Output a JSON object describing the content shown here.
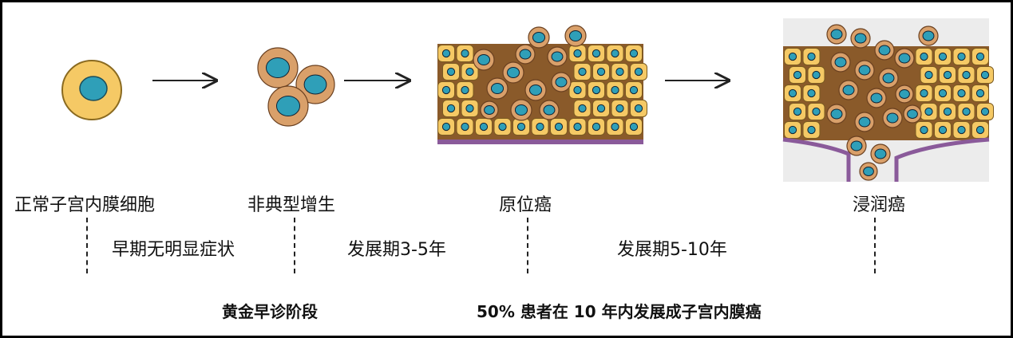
{
  "stages": [
    {
      "label": "正常子宫内膜细胞"
    },
    {
      "label": "非典型增生"
    },
    {
      "label": "原位癌"
    },
    {
      "label": "浸润癌"
    }
  ],
  "intervals": [
    {
      "label": "早期无明显症状"
    },
    {
      "label": "发展期3-5年"
    },
    {
      "label": "发展期5-10年"
    }
  ],
  "footer": {
    "golden_stage": "黄金早诊阶段",
    "statistic": "50% 患者在 10 年内发展成子宫内膜癌"
  },
  "colors": {
    "normal_cell": "#f5c965",
    "abnormal_cell": "#d9a06a",
    "nucleus": "#2f9fb8",
    "basement": "#8a5a9a",
    "matrix": "#8a5a2a"
  }
}
